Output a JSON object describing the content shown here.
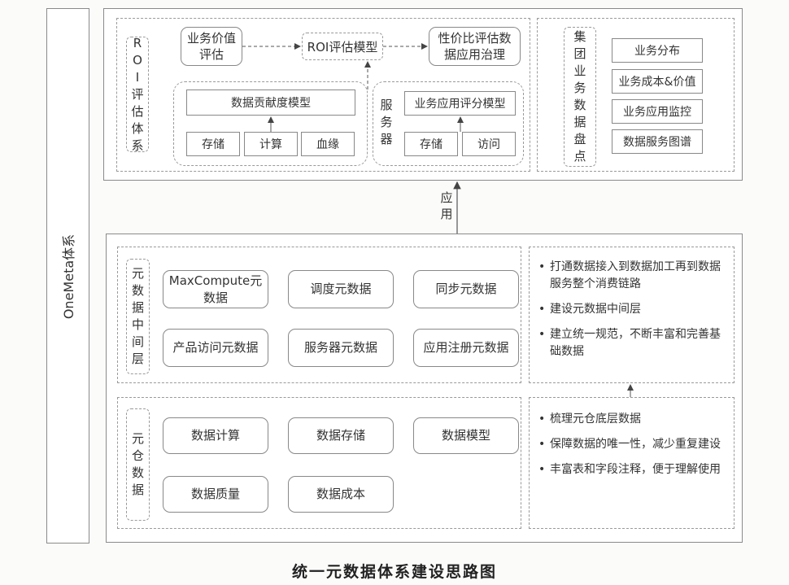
{
  "system_label": "OneMeta体系",
  "roi": {
    "label": "ROI评估体系",
    "value_eval": "业务价值评估",
    "roi_model": "ROI评估模型",
    "cost_perf": "性价比评估数据应用治理",
    "contrib_model": "数据贡献度模型",
    "storage": "存储",
    "compute": "计算",
    "lineage": "血缘",
    "server": "服务器",
    "app_score_model": "业务应用评分模型",
    "storage2": "存储",
    "access": "访问"
  },
  "group": {
    "label": "集团业务数据盘点",
    "items": [
      "业务分布",
      "业务成本&价值",
      "业务应用监控",
      "数据服务图谱"
    ]
  },
  "apply_label": "应用",
  "meta_layer": {
    "label": "元数据中间层",
    "items": [
      "MaxCompute元数据",
      "调度元数据",
      "同步元数据",
      "产品访问元数据",
      "服务器元数据",
      "应用注册元数据"
    ],
    "notes": [
      "打通数据接入到数据加工再到数据服务整个消费链路",
      "建设元数据中间层",
      "建立统一规范，不断丰富和完善基础数据"
    ]
  },
  "warehouse": {
    "label": "元仓数据",
    "items": [
      "数据计算",
      "数据存储",
      "数据模型",
      "数据质量",
      "数据成本"
    ],
    "notes": [
      "梳理元仓底层数据",
      "保障数据的唯一性，减少重复建设",
      "丰富表和字段注释，便于理解使用"
    ]
  },
  "caption": "统一元数据体系建设思路图"
}
